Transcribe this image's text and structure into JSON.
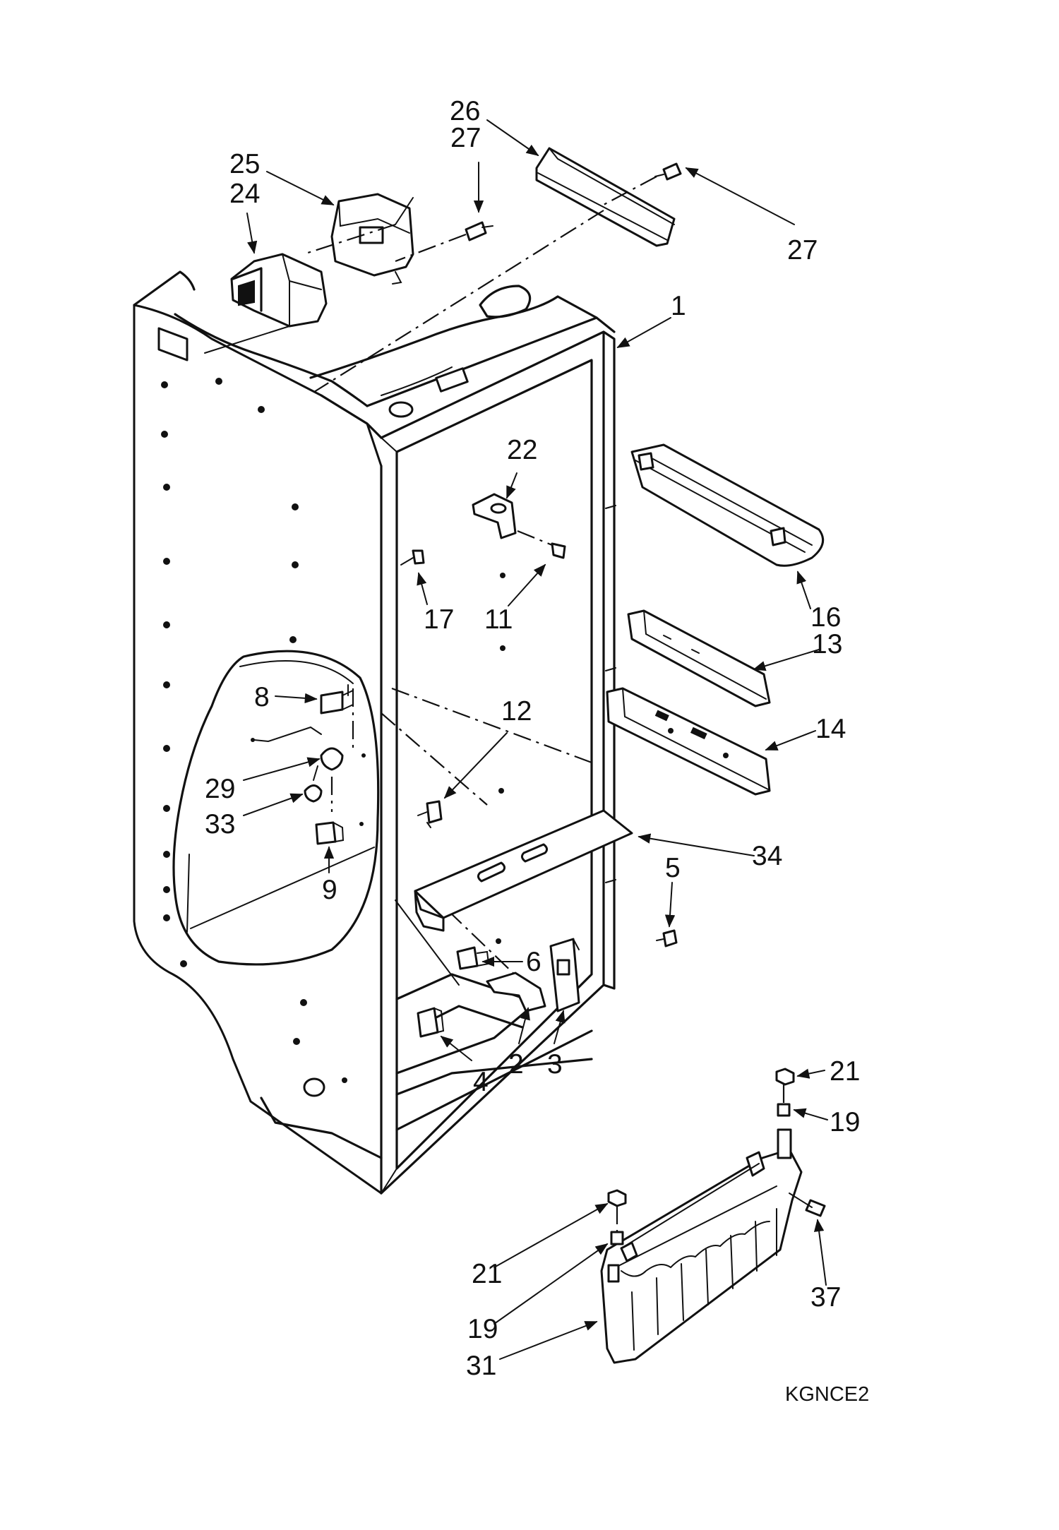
{
  "callouts": [
    {
      "id": "c1",
      "text": "1"
    },
    {
      "id": "c2",
      "text": "2"
    },
    {
      "id": "c3",
      "text": "3"
    },
    {
      "id": "c4",
      "text": "4"
    },
    {
      "id": "c5",
      "text": "5"
    },
    {
      "id": "c6",
      "text": "6"
    },
    {
      "id": "c8",
      "text": "8"
    },
    {
      "id": "c9",
      "text": "9"
    },
    {
      "id": "c11",
      "text": "11"
    },
    {
      "id": "c12",
      "text": "12"
    },
    {
      "id": "c13",
      "text": "13"
    },
    {
      "id": "c14",
      "text": "14"
    },
    {
      "id": "c16",
      "text": "16"
    },
    {
      "id": "c17",
      "text": "17"
    },
    {
      "id": "c19a",
      "text": "19"
    },
    {
      "id": "c19b",
      "text": "19"
    },
    {
      "id": "c21a",
      "text": "21"
    },
    {
      "id": "c21b",
      "text": "21"
    },
    {
      "id": "c22",
      "text": "22"
    },
    {
      "id": "c24",
      "text": "24"
    },
    {
      "id": "c25",
      "text": "25"
    },
    {
      "id": "c26",
      "text": "26"
    },
    {
      "id": "c27a",
      "text": "27"
    },
    {
      "id": "c27b",
      "text": "27"
    },
    {
      "id": "c29",
      "text": "29"
    },
    {
      "id": "c31",
      "text": "31"
    },
    {
      "id": "c33",
      "text": "33"
    },
    {
      "id": "c34",
      "text": "34"
    },
    {
      "id": "c37",
      "text": "37"
    }
  ],
  "diagram_code": "KGNCE2"
}
